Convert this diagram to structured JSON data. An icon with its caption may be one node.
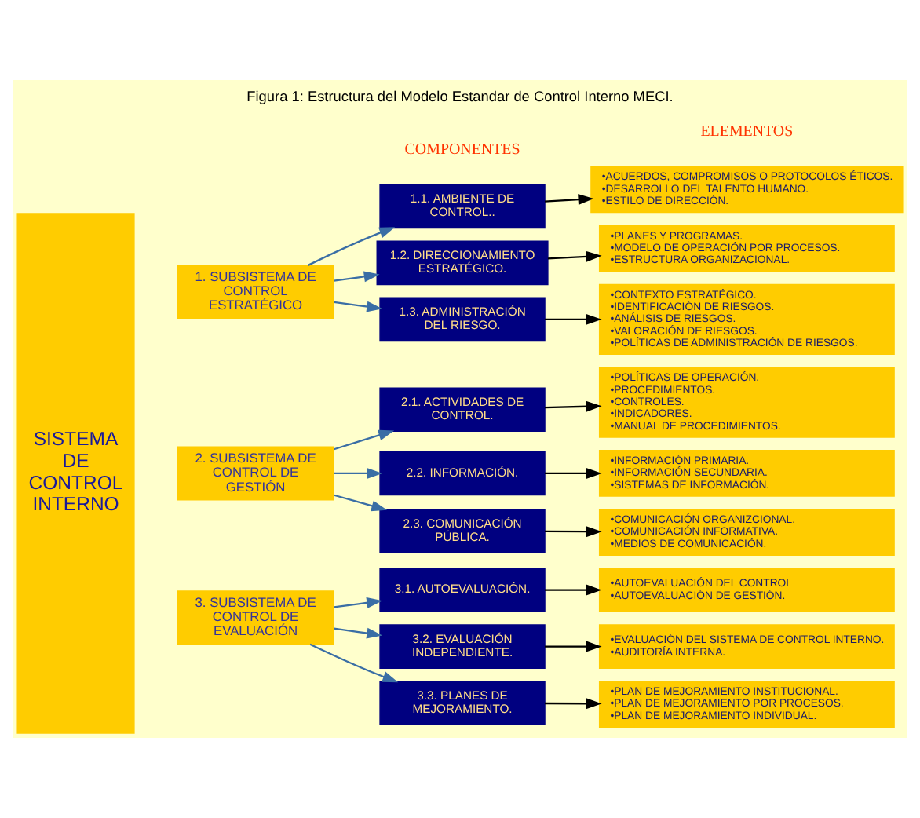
{
  "diagram": {
    "title": "Figura 1: Estructura del Modelo Estandar de Control Interno MECI.",
    "nodes": [
      {
        "text": [
          "SISTEMA DE CONTROL INTERNO"
        ]
      },
      {
        "text": [
          "1. SUBSISTEMA DE CONTROL ESTRATÉGICO"
        ]
      },
      {
        "text": [
          "2. SUBSISTEMA DE CONTROL DE GESTIÓN"
        ]
      },
      {
        "text": [
          "3. SUBSISTEMA DE CONTROL DE EVALUACIÓN"
        ]
      },
      {
        "text": [
          "1.1. AMBIENTE DE CONTROL.."
        ]
      },
      {
        "text": [
          "1.2. DIRECCIONAMIENTO ESTRATÉGICO."
        ]
      },
      {
        "text": [
          "1.3. ADMINISTRACIÓN DEL RIESGO."
        ]
      },
      {
        "text": [
          "2.1. ACTIVIDADES DE CONTROL."
        ]
      },
      {
        "text": [
          "2.2. INFORMACIÓN."
        ]
      },
      {
        "text": [
          "2.3. COMUNICACIÓN PÚBLICA."
        ]
      },
      {
        "text": [
          "3.1. AUTOEVALUACIÓN."
        ]
      },
      {
        "text": [
          "3.2. EVALUACIÓN INDEPENDIENTE."
        ]
      },
      {
        "text": [
          "3.3. PLANES DE MEJORAMIENTO."
        ]
      },
      {
        "text": [
          "•ACUERDOS, COMPROMISOS O PROTOCOLOS ÉTICOS.",
          "•DESARROLLO DEL TALENTO HUMANO.",
          "•ESTILO DE DIRECCIÓN."
        ]
      },
      {
        "text": [
          "•PLANES Y PROGRAMAS.",
          "•MODELO DE OPERACIÓN POR PROCESOS.",
          "•ESTRUCTURA ORGANIZACIONAL."
        ]
      },
      {
        "text": [
          "•CONTEXTO ESTRATÉGICO.",
          "•IDENTIFICACIÓN DE RIESGOS.",
          "•ANÁLISIS DE RIESGOS.",
          "•VALORACIÓN DE RIESGOS.",
          "•POLÍTICAS DE ADMINISTRACIÓN DE RIESGOS."
        ]
      },
      {
        "text": [
          "•POLÍTICAS DE OPERACIÓN.",
          "•PROCEDIMIENTOS.",
          "•CONTROLES.",
          "•INDICADORES.",
          "•MANUAL DE PROCEDIMIENTOS."
        ]
      },
      {
        "text": [
          "•INFORMACIÓN PRIMARIA.",
          "•INFORMACIÓN SECUNDARIA.",
          "•SISTEMAS DE INFORMACIÓN."
        ]
      },
      {
        "text": [
          "•COMUNICACIÓN ORGANIZCIONAL.",
          "•COMUNICACIÓN INFORMATIVA.",
          "•MEDIOS DE COMUNICACIÓN."
        ]
      },
      {
        "text": [
          "•AUTOEVALUACIÓN DEL CONTROL",
          "•AUTOEVALUACIÓN DE GESTIÓN."
        ]
      },
      {
        "text": [
          "•EVALUACIÓN DEL SISTEMA DE CONTROL INTERNO.",
          "•AUDITORÍA INTERNA."
        ]
      },
      {
        "text": [
          "•PLAN DE MEJORAMIENTO INSTITUCIONAL.",
          "•PLAN DE MEJORAMIENTO POR PROCESOS.",
          "•PLAN DE MEJORAMIENTO INDIVIDUAL."
        ]
      }
    ],
    "edges": [
      {
        "from": 1,
        "to": 4,
        "arrow": "to",
        "color": "#3a6ea5"
      },
      {
        "from": 1,
        "to": 5,
        "arrow": "to",
        "color": "#3a6ea5"
      },
      {
        "from": 1,
        "to": 6,
        "arrow": "to",
        "color": "#3a6ea5"
      },
      {
        "from": 2,
        "to": 7,
        "arrow": "to",
        "color": "#3a6ea5"
      },
      {
        "from": 2,
        "to": 8,
        "arrow": "to",
        "color": "#3a6ea5"
      },
      {
        "from": 2,
        "to": 9,
        "arrow": "to",
        "color": "#3a6ea5"
      },
      {
        "from": 3,
        "to": 10,
        "arrow": "to",
        "color": "#3a6ea5"
      },
      {
        "from": 3,
        "to": 11,
        "arrow": "to",
        "color": "#3a6ea5"
      },
      {
        "from": 3,
        "to": 12,
        "arrow": "to",
        "color": "#3a6ea5"
      },
      {
        "from": 4,
        "to": 13,
        "arrow": "to",
        "color": "#000000"
      },
      {
        "from": 5,
        "to": 14,
        "arrow": "to",
        "color": "#000000"
      },
      {
        "from": 6,
        "to": 15,
        "arrow": "to",
        "color": "#000000"
      },
      {
        "from": 7,
        "to": 16,
        "arrow": "to",
        "color": "#000000"
      },
      {
        "from": 8,
        "to": 17,
        "arrow": "to",
        "color": "#000000"
      },
      {
        "from": 9,
        "to": 18,
        "arrow": "to",
        "color": "#000000"
      },
      {
        "from": 10,
        "to": 19,
        "arrow": "to",
        "color": "#000000"
      },
      {
        "from": 11,
        "to": 20,
        "arrow": "to",
        "color": "#000000"
      },
      {
        "from": 12,
        "to": 21,
        "arrow": "to",
        "color": "#000000"
      }
    ],
    "labels": [
      "COMPONENTES",
      "ELEMENTOS"
    ]
  }
}
